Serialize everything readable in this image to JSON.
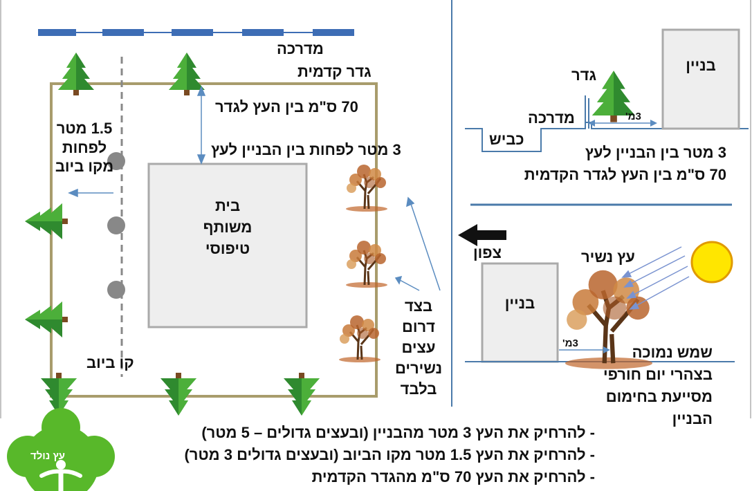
{
  "colors": {
    "fence": "#a89c6c",
    "divider": "#4a7aaa",
    "sidewalk": "#3d6db5",
    "building_fill": "#eeeeee",
    "building_stroke": "#aaaaaa",
    "arrow": "#5b8cc0",
    "biv_dot": "#888888",
    "sun": "#ffe600",
    "sun_rays": "#7a93d0",
    "evergreen": "#2f8a2f",
    "deciduous": "#a0522d",
    "logo_green": "#58b82a"
  },
  "icons": [
    "evergreen-tree-icon",
    "deciduous-tree-icon",
    "sun-icon",
    "north-arrow-icon",
    "logo-icon"
  ],
  "plan": {
    "sidewalk_label": "מדרכה",
    "front_fence_label": "גדר קדמית",
    "tree_fence_distance": "70 ס\"מ בין העץ לגדר",
    "tree_building_distance": "3 מטר לפחות בין הבניין לעץ",
    "sewer_distance": "1.5 מטר\nלפחות\nמקו ביוב",
    "building_label": "בית\nמשותף\nטיפוסי",
    "sewer_line_label": "קו ביוב",
    "south_side_note": "בצד דרום\nעצים\nנשירים\nבלבד"
  },
  "section_view": {
    "fence_label": "גדר",
    "sidewalk_label": "מדרכה",
    "road_label": "כביש",
    "building_label": "בניין",
    "distance_label": "3מ'",
    "caption": "3 מטר בין הבניין לעץ\n70 ס\"מ בין העץ לגדר הקדמית"
  },
  "sun_view": {
    "north_label": "צפון",
    "tree_label": "עץ נשיר",
    "building_label": "בניין",
    "distance_label": "3מ'",
    "caption": "שמש נמוכה\nבצהרי יום חורפי\nמסייעת בחימום\nהבניין"
  },
  "notes": [
    "- להרחיק את העץ 3 מטר מהבניין (ובעצים גדולים – 5 מטר)",
    "- להרחיק את העץ 1.5 מטר מקו הביוב (ובעצים גדולים 3 מטר)",
    "- להרחיק את העץ 70 ס\"מ מהגדר הקדמית"
  ],
  "logo": {
    "text": "עץ נולד"
  }
}
